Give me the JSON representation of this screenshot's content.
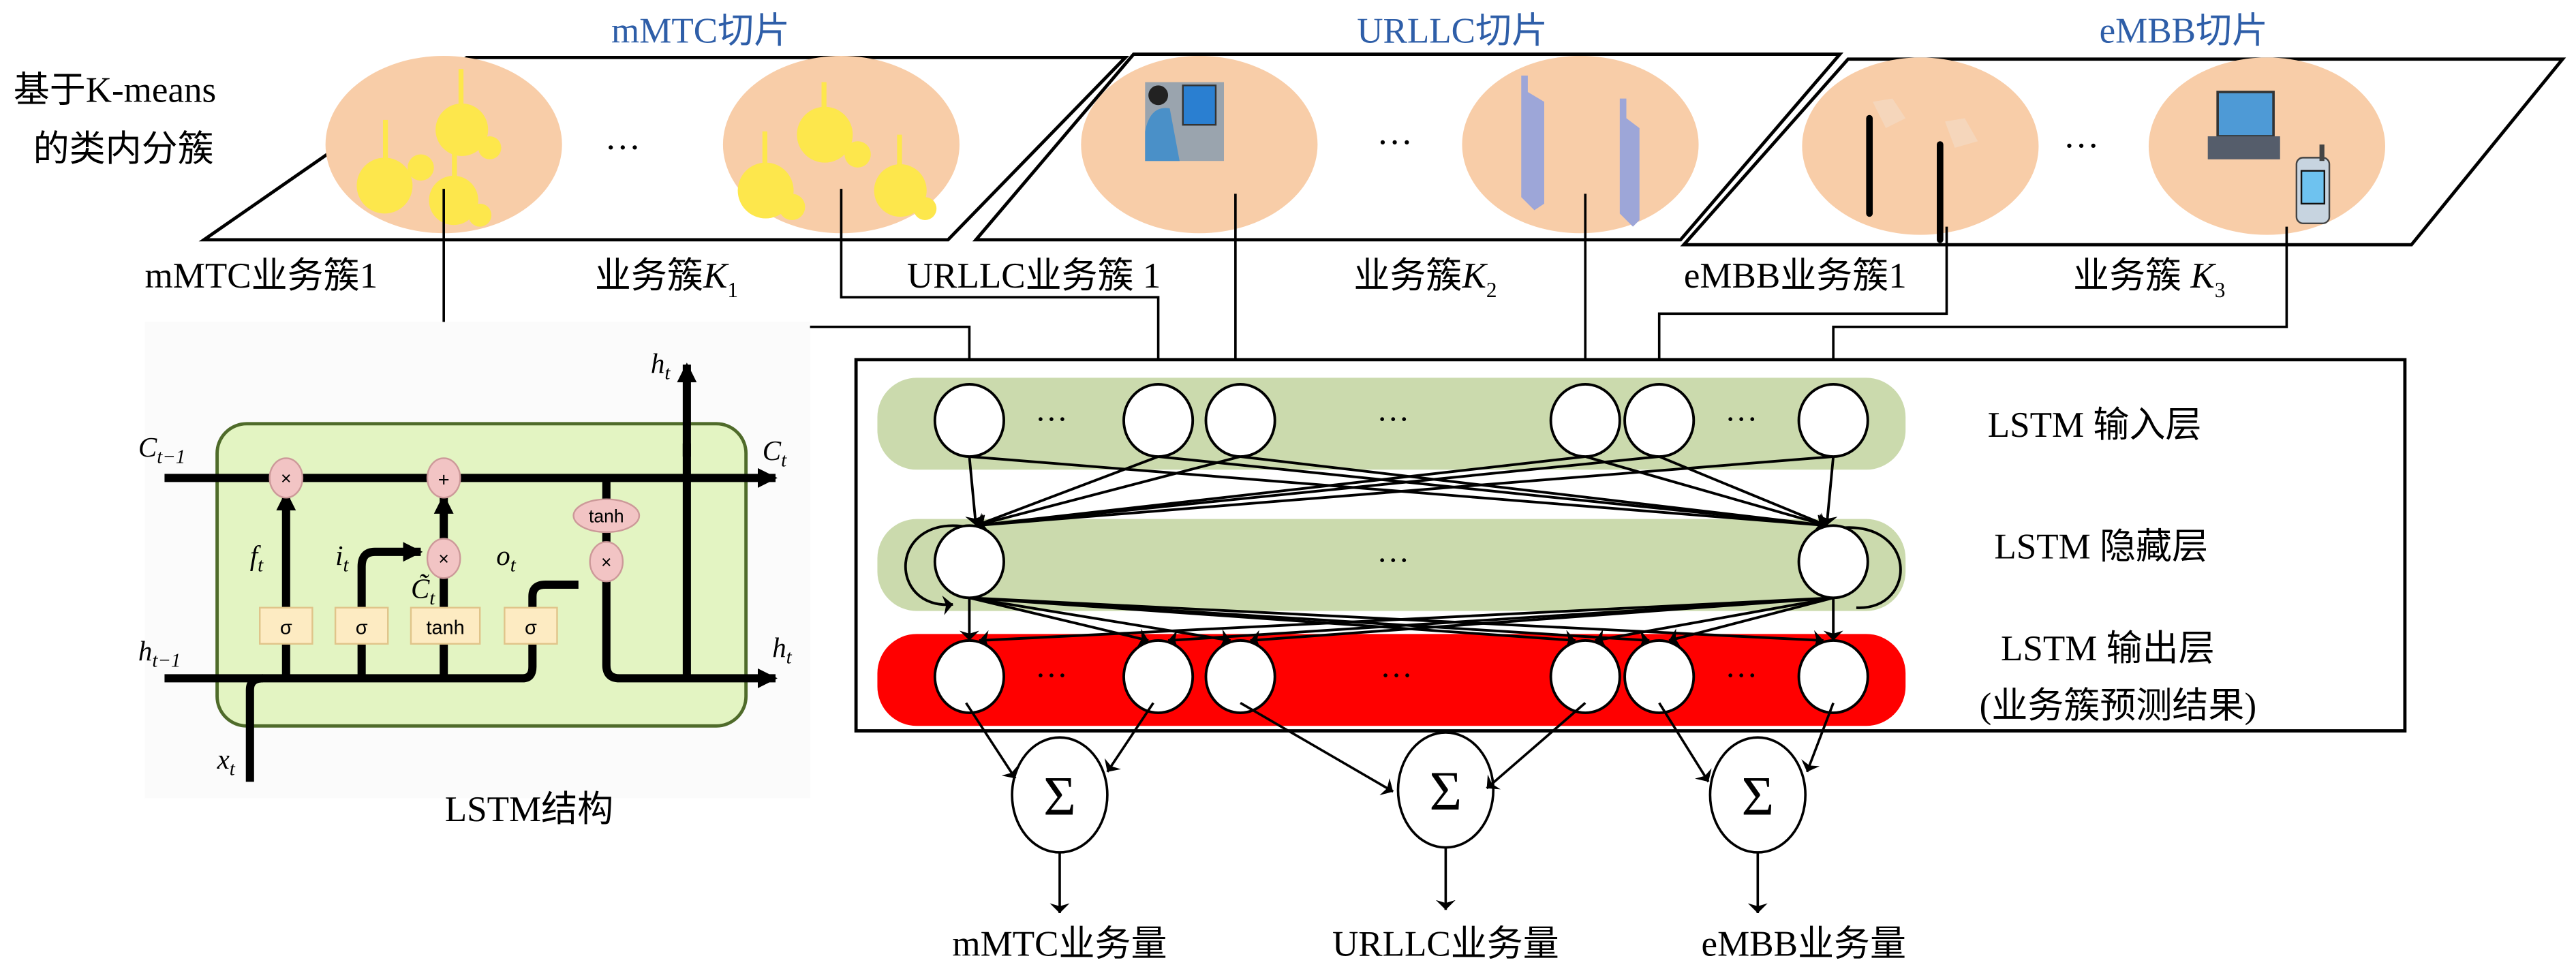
{
  "colors": {
    "slice_title": "#2e5ea8",
    "cluster_fill": "#f8cda8",
    "layer_green": "#cbdaad",
    "layer_red": "#ff0000",
    "lstm_cell_fill": "#e3f4c2",
    "lstm_cell_border": "#4f6b2a",
    "gate_fill": "#fdebc2",
    "op_fill": "#f2c4c4"
  },
  "left_label": {
    "line1": "基于K-means",
    "line2": "的类内分簇"
  },
  "slices": [
    {
      "title": "mMTC切片",
      "cluster_first_label": "mMTC业务簇1",
      "cluster_last_label": "业务簇",
      "cluster_last_symbol": "K",
      "cluster_last_sub": "1",
      "ellipsis": "···",
      "first_icon": "iot-sensor-icon",
      "last_icon": "iot-sensor-icon"
    },
    {
      "title": "URLLC切片",
      "cluster_first_label": "URLLC业务簇 1",
      "cluster_last_label": "业务簇",
      "cluster_last_symbol": "K",
      "cluster_last_sub": "2",
      "ellipsis": "···",
      "first_icon": "operator-workstation-icon",
      "last_icon": "remote-controller-icon"
    },
    {
      "title": "eMBB切片",
      "cluster_first_label": "eMBB业务簇1",
      "cluster_last_label": "业务簇 ",
      "cluster_last_symbol": "K",
      "cluster_last_sub": "3",
      "ellipsis": "···",
      "first_icon": "vr-controller-icon",
      "last_icon": "laptop-phone-icon"
    }
  ],
  "network": {
    "input_layer_label": "LSTM 输入层",
    "hidden_layer_label": "LSTM 隐藏层",
    "output_layer_label": "LSTM 输出层",
    "output_layer_sub": "(业务簇预测结果)",
    "ellipsis": "···",
    "sum_symbol": "Σ"
  },
  "outputs": [
    {
      "label": "mMTC业务量"
    },
    {
      "label": "URLLC业务量"
    },
    {
      "label": "eMBB业务量"
    }
  ],
  "lstm_cell": {
    "caption": "LSTM结构",
    "c_prev": "C",
    "c_prev_sub": "t−1",
    "c_next": "C",
    "c_next_sub": "t",
    "h_prev": "h",
    "h_prev_sub": "t−1",
    "h_out_top": "h",
    "h_out_top_sub": "t",
    "h_out_right": "h",
    "h_out_right_sub": "t",
    "x_in": "x",
    "x_in_sub": "t",
    "f_gate": "f",
    "i_gate": "i",
    "o_gate": "o",
    "c_tilde": "C̃",
    "gate_sub": "t",
    "sigma": "σ",
    "tanh": "tanh",
    "times": "×",
    "plus": "+"
  }
}
